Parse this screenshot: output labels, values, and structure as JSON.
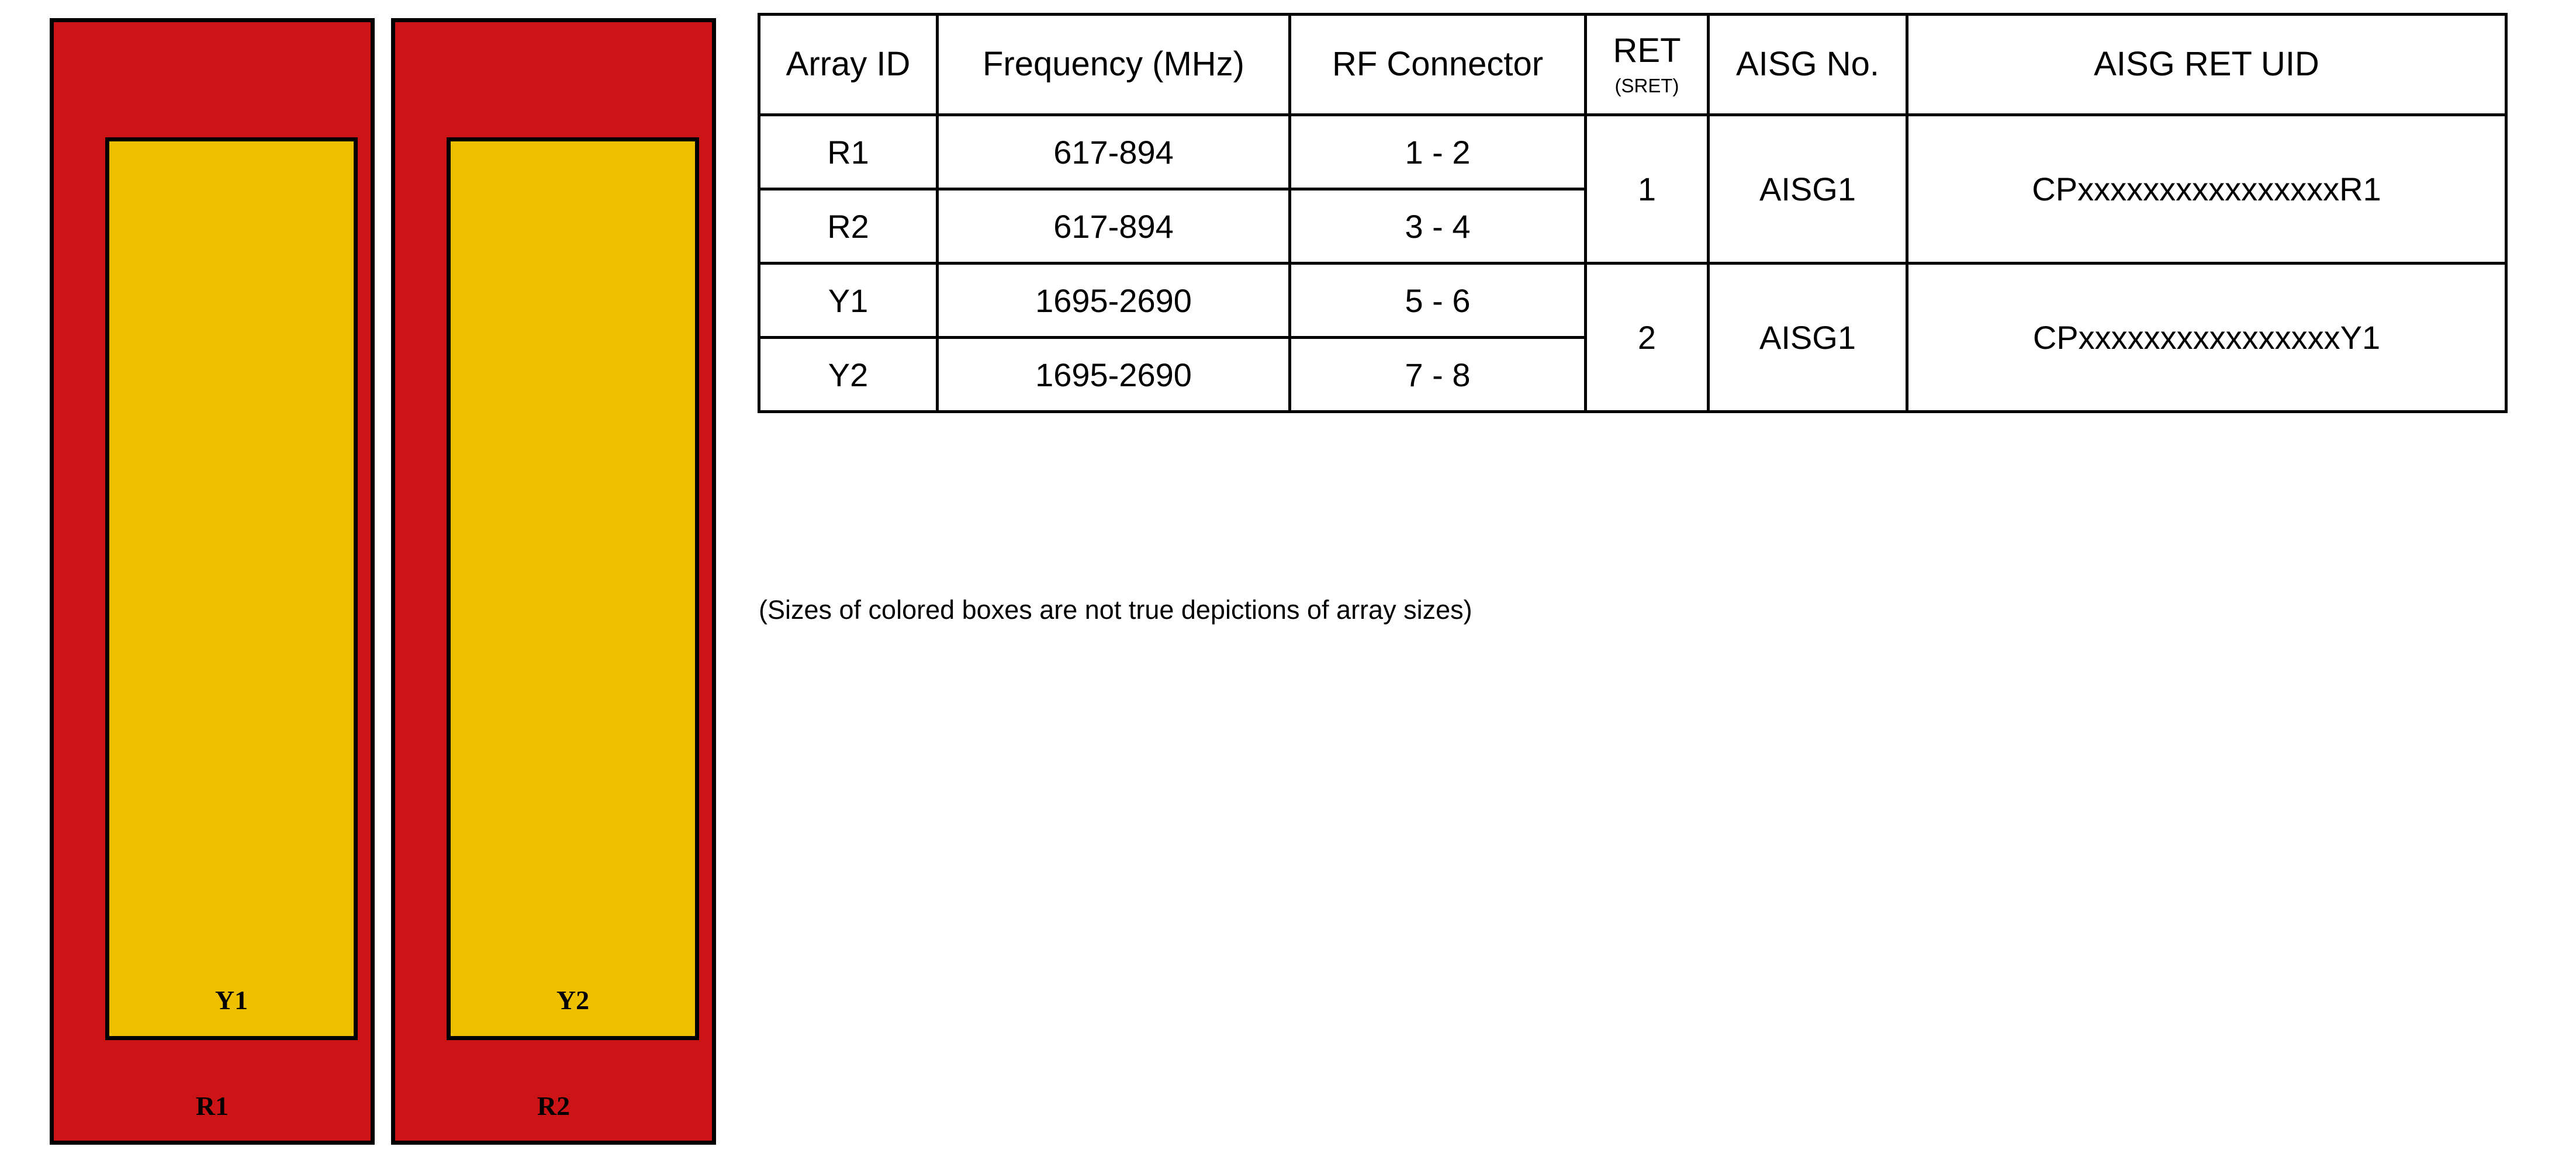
{
  "colors": {
    "red": "#CC1417",
    "yellow": "#EEC000",
    "border": "#000000",
    "background": "#FFFFFF"
  },
  "diagram": {
    "caption": "(Sizes of colored boxes are not true depictions of array sizes)",
    "panels": [
      {
        "outer_label": "R1",
        "outer_color": "#CC1417",
        "inner_label": "Y1",
        "inner_color": "#EEC000"
      },
      {
        "outer_label": "R2",
        "outer_color": "#CC1417",
        "inner_label": "Y2",
        "inner_color": "#EEC000"
      }
    ]
  },
  "table": {
    "headers": {
      "array_id": "Array ID",
      "frequency": "Frequency (MHz)",
      "rf_connector": "RF Connector",
      "ret_main": "RET",
      "ret_sub": "(SRET)",
      "aisg_no": "AISG No.",
      "aisg_ret_uid": "AISG RET UID"
    },
    "rows": [
      {
        "array_id": "R1",
        "array_id_color": "#CC1417",
        "frequency": "617-894",
        "rf_connector": "1 - 2",
        "ret": "1",
        "aisg_no": "AISG1",
        "aisg_ret_uid": "CPxxxxxxxxxxxxxxxxR1"
      },
      {
        "array_id": "R2",
        "array_id_color": "#CC1417",
        "frequency": "617-894",
        "rf_connector": "3 - 4"
      },
      {
        "array_id": "Y1",
        "array_id_color": "#EEC000",
        "frequency": "1695-2690",
        "rf_connector": "5 - 6",
        "ret": "2",
        "aisg_no": "AISG1",
        "aisg_ret_uid": "CPxxxxxxxxxxxxxxxxY1"
      },
      {
        "array_id": "Y2",
        "array_id_color": "#EEC000",
        "frequency": "1695-2690",
        "rf_connector": "7 - 8"
      }
    ]
  }
}
